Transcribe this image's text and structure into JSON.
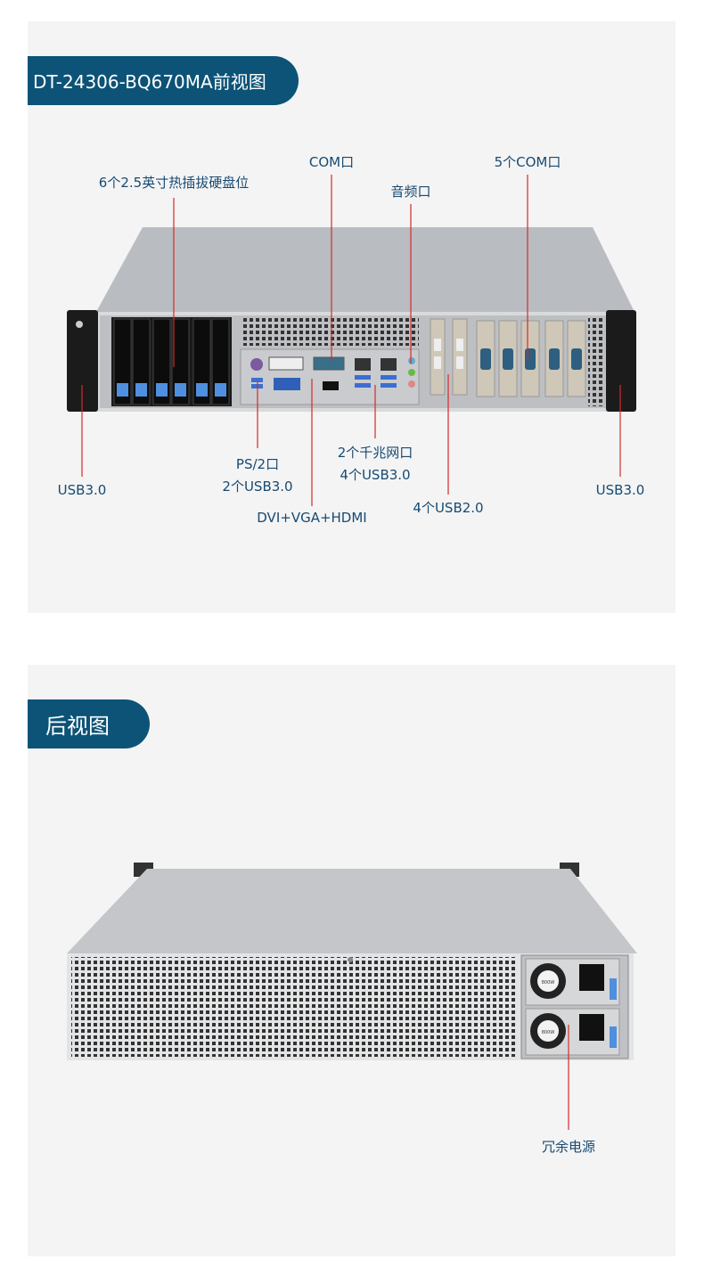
{
  "front": {
    "title": "DT-24306-BQ670MA前视图",
    "labels": {
      "drive_bays": "6个2.5英寸热插拔硬盘位",
      "com": "COM口",
      "audio": "音频口",
      "five_com": "5个COM口",
      "usb_left": "USB3.0",
      "ps2": "PS/2口",
      "ps2_usb": "2个USB3.0",
      "video": "DVI+VGA+HDMI",
      "lan": "2个千兆网口",
      "lan_usb": "4个USB3.0",
      "usb2": "4个USB2.0",
      "usb_right": "USB3.0"
    }
  },
  "rear": {
    "title": "后视图",
    "labels": {
      "psu": "冗余电源"
    },
    "psu_rating": "800W"
  },
  "colors": {
    "accent": "#0c5377",
    "label": "#174a72",
    "callout_line": "#d42a2a",
    "panel_bg": "#f4f4f4"
  }
}
